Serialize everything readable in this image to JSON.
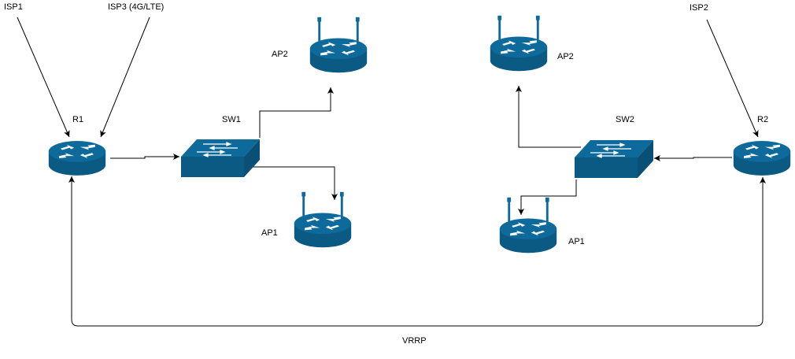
{
  "labels": {
    "isp1": "ISP1",
    "isp3": "ISP3 (4G/LTE)",
    "isp2": "ISP2",
    "r1": "R1",
    "r2": "R2",
    "sw1": "SW1",
    "sw2": "SW2",
    "left_ap2": "AP2",
    "left_ap1": "AP1",
    "right_ap2": "AP2",
    "right_ap1": "AP1",
    "vrrp": "VRRP"
  },
  "colors": {
    "device_fill": "#0e6a9a",
    "device_dark": "#0b5a84",
    "glyph": "#ffffff",
    "line": "#000000"
  }
}
